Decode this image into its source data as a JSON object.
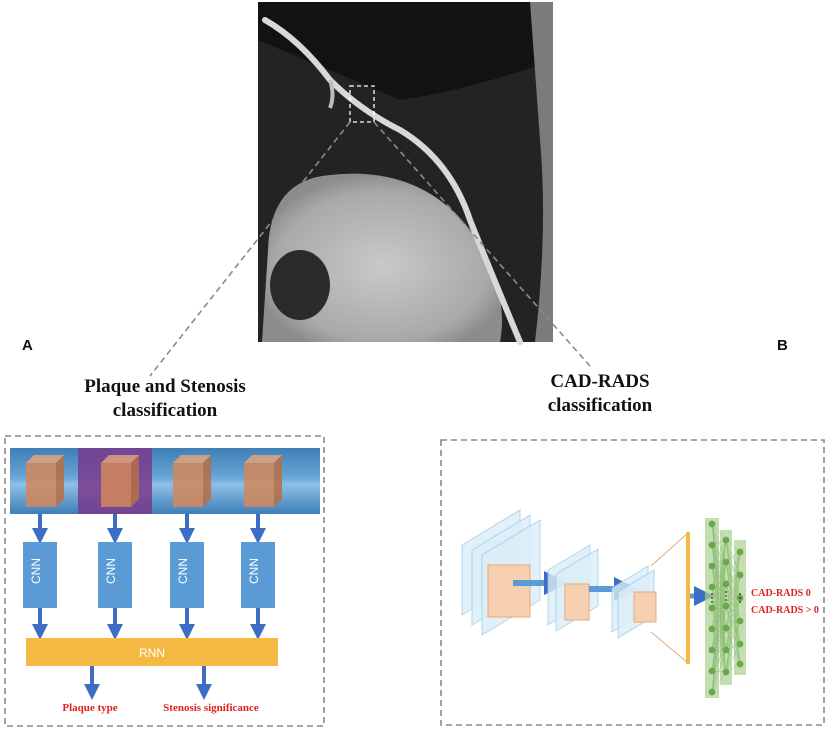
{
  "panels": {
    "a": {
      "letter": "A",
      "heading_line1": "Plaque and Stenosis",
      "heading_line2": "classification",
      "cnn_labels": [
        "CNN",
        "CNN",
        "CNN",
        "CNN"
      ],
      "rnn_label": "RNN",
      "output_labels": [
        "Plaque type",
        "Stenosis significance"
      ]
    },
    "b": {
      "letter": "B",
      "heading_line1": "CAD-RADS",
      "heading_line2": "classification",
      "output_labels": [
        "CAD-RADS 0",
        "CAD-RADS > 0"
      ]
    }
  },
  "colors": {
    "cnn_box": "#5b9bd5",
    "rnn_bar": "#f4b942",
    "arrow": "#3d6cc4",
    "output_text": "#e02020",
    "highlight_box": "#7a3b8e",
    "cube": "#d2875a",
    "fc_nodes": "#6aa84f",
    "fc_panel": "#a9d08e",
    "feature_map": "#dbeef8",
    "feature_accent": "#f6d0b0",
    "dashed_border": "#888888"
  }
}
